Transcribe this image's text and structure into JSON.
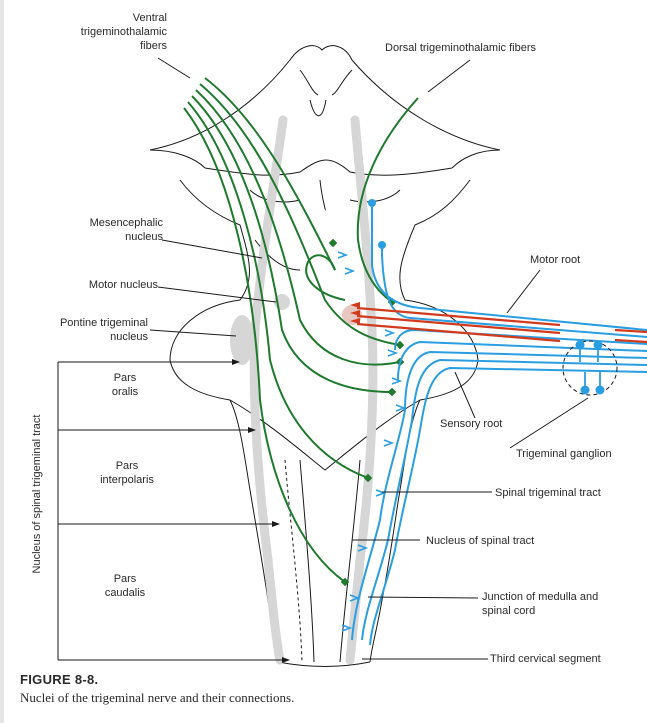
{
  "labels": {
    "ventral_1": "Ventral",
    "ventral_2": "trigeminothalamic",
    "ventral_3": "fibers",
    "dorsal": "Dorsal trigeminothalamic fibers",
    "mesencephalic_1": "Mesencephalic",
    "mesencephalic_2": "nucleus",
    "motor_nucleus": "Motor nucleus",
    "pontine_1": "Pontine trigeminal",
    "pontine_2": "nucleus",
    "motor_root": "Motor root",
    "pars_oralis_1": "Pars",
    "pars_oralis_2": "oralis",
    "pars_interpolaris_1": "Pars",
    "pars_interpolaris_2": "interpolaris",
    "pars_caudalis_1": "Pars",
    "pars_caudalis_2": "caudalis",
    "sensory_root": "Sensory root",
    "trigeminal_ganglion": "Trigeminal ganglion",
    "spinal_trigeminal_tract": "Spinal trigeminal tract",
    "nucleus_spinal_tract": "Nucleus of spinal tract",
    "junction_1": "Junction of medulla and",
    "junction_2": "spinal cord",
    "third_cervical": "Third cervical segment",
    "side_label": "Nucleus of spinal trigeminal tract"
  },
  "caption": {
    "figure_number": "FIGURE 8-8.",
    "text": "Nuclei of the trigeminal nerve and their connections."
  },
  "colors": {
    "green": "#1f7a2e",
    "blue": "#2a9ee0",
    "red": "#d23a1e",
    "gray": "#d6d6d6",
    "outline": "#1a1a1a"
  }
}
